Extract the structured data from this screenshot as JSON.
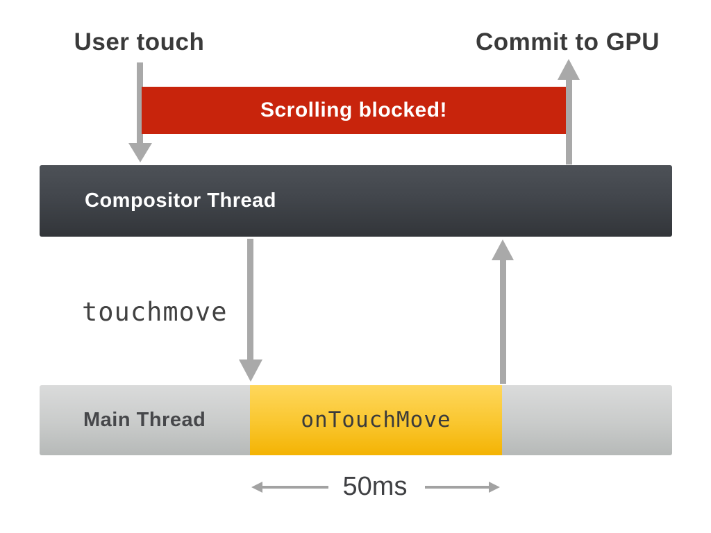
{
  "diagram": {
    "header": {
      "left_label": "User touch",
      "right_label": "Commit to GPU"
    },
    "banner": {
      "label": "Scrolling blocked!",
      "color": "#c8240c",
      "text_color": "#ffffff"
    },
    "compositor_bar": {
      "label": "Compositor Thread",
      "top_color": "#4d5157",
      "bottom_color": "#323539",
      "text_color": "#ffffff"
    },
    "event": {
      "label": "touchmove"
    },
    "main_bar": {
      "label": "Main Thread",
      "top_color": "#dadbdb",
      "bottom_color": "#b6b9b8",
      "task": {
        "label": "onTouchMove",
        "top_color": "#ffd75c",
        "bottom_color": "#f4b303"
      }
    },
    "duration": {
      "label": "50ms"
    },
    "arrows": {
      "color": "#a9a9a9",
      "names": [
        "user-touch-down-arrow",
        "commit-to-gpu-up-arrow",
        "touchmove-dispatch-down-arrow",
        "main-thread-return-up-arrow",
        "duration-left-arrow",
        "duration-right-arrow"
      ]
    }
  }
}
